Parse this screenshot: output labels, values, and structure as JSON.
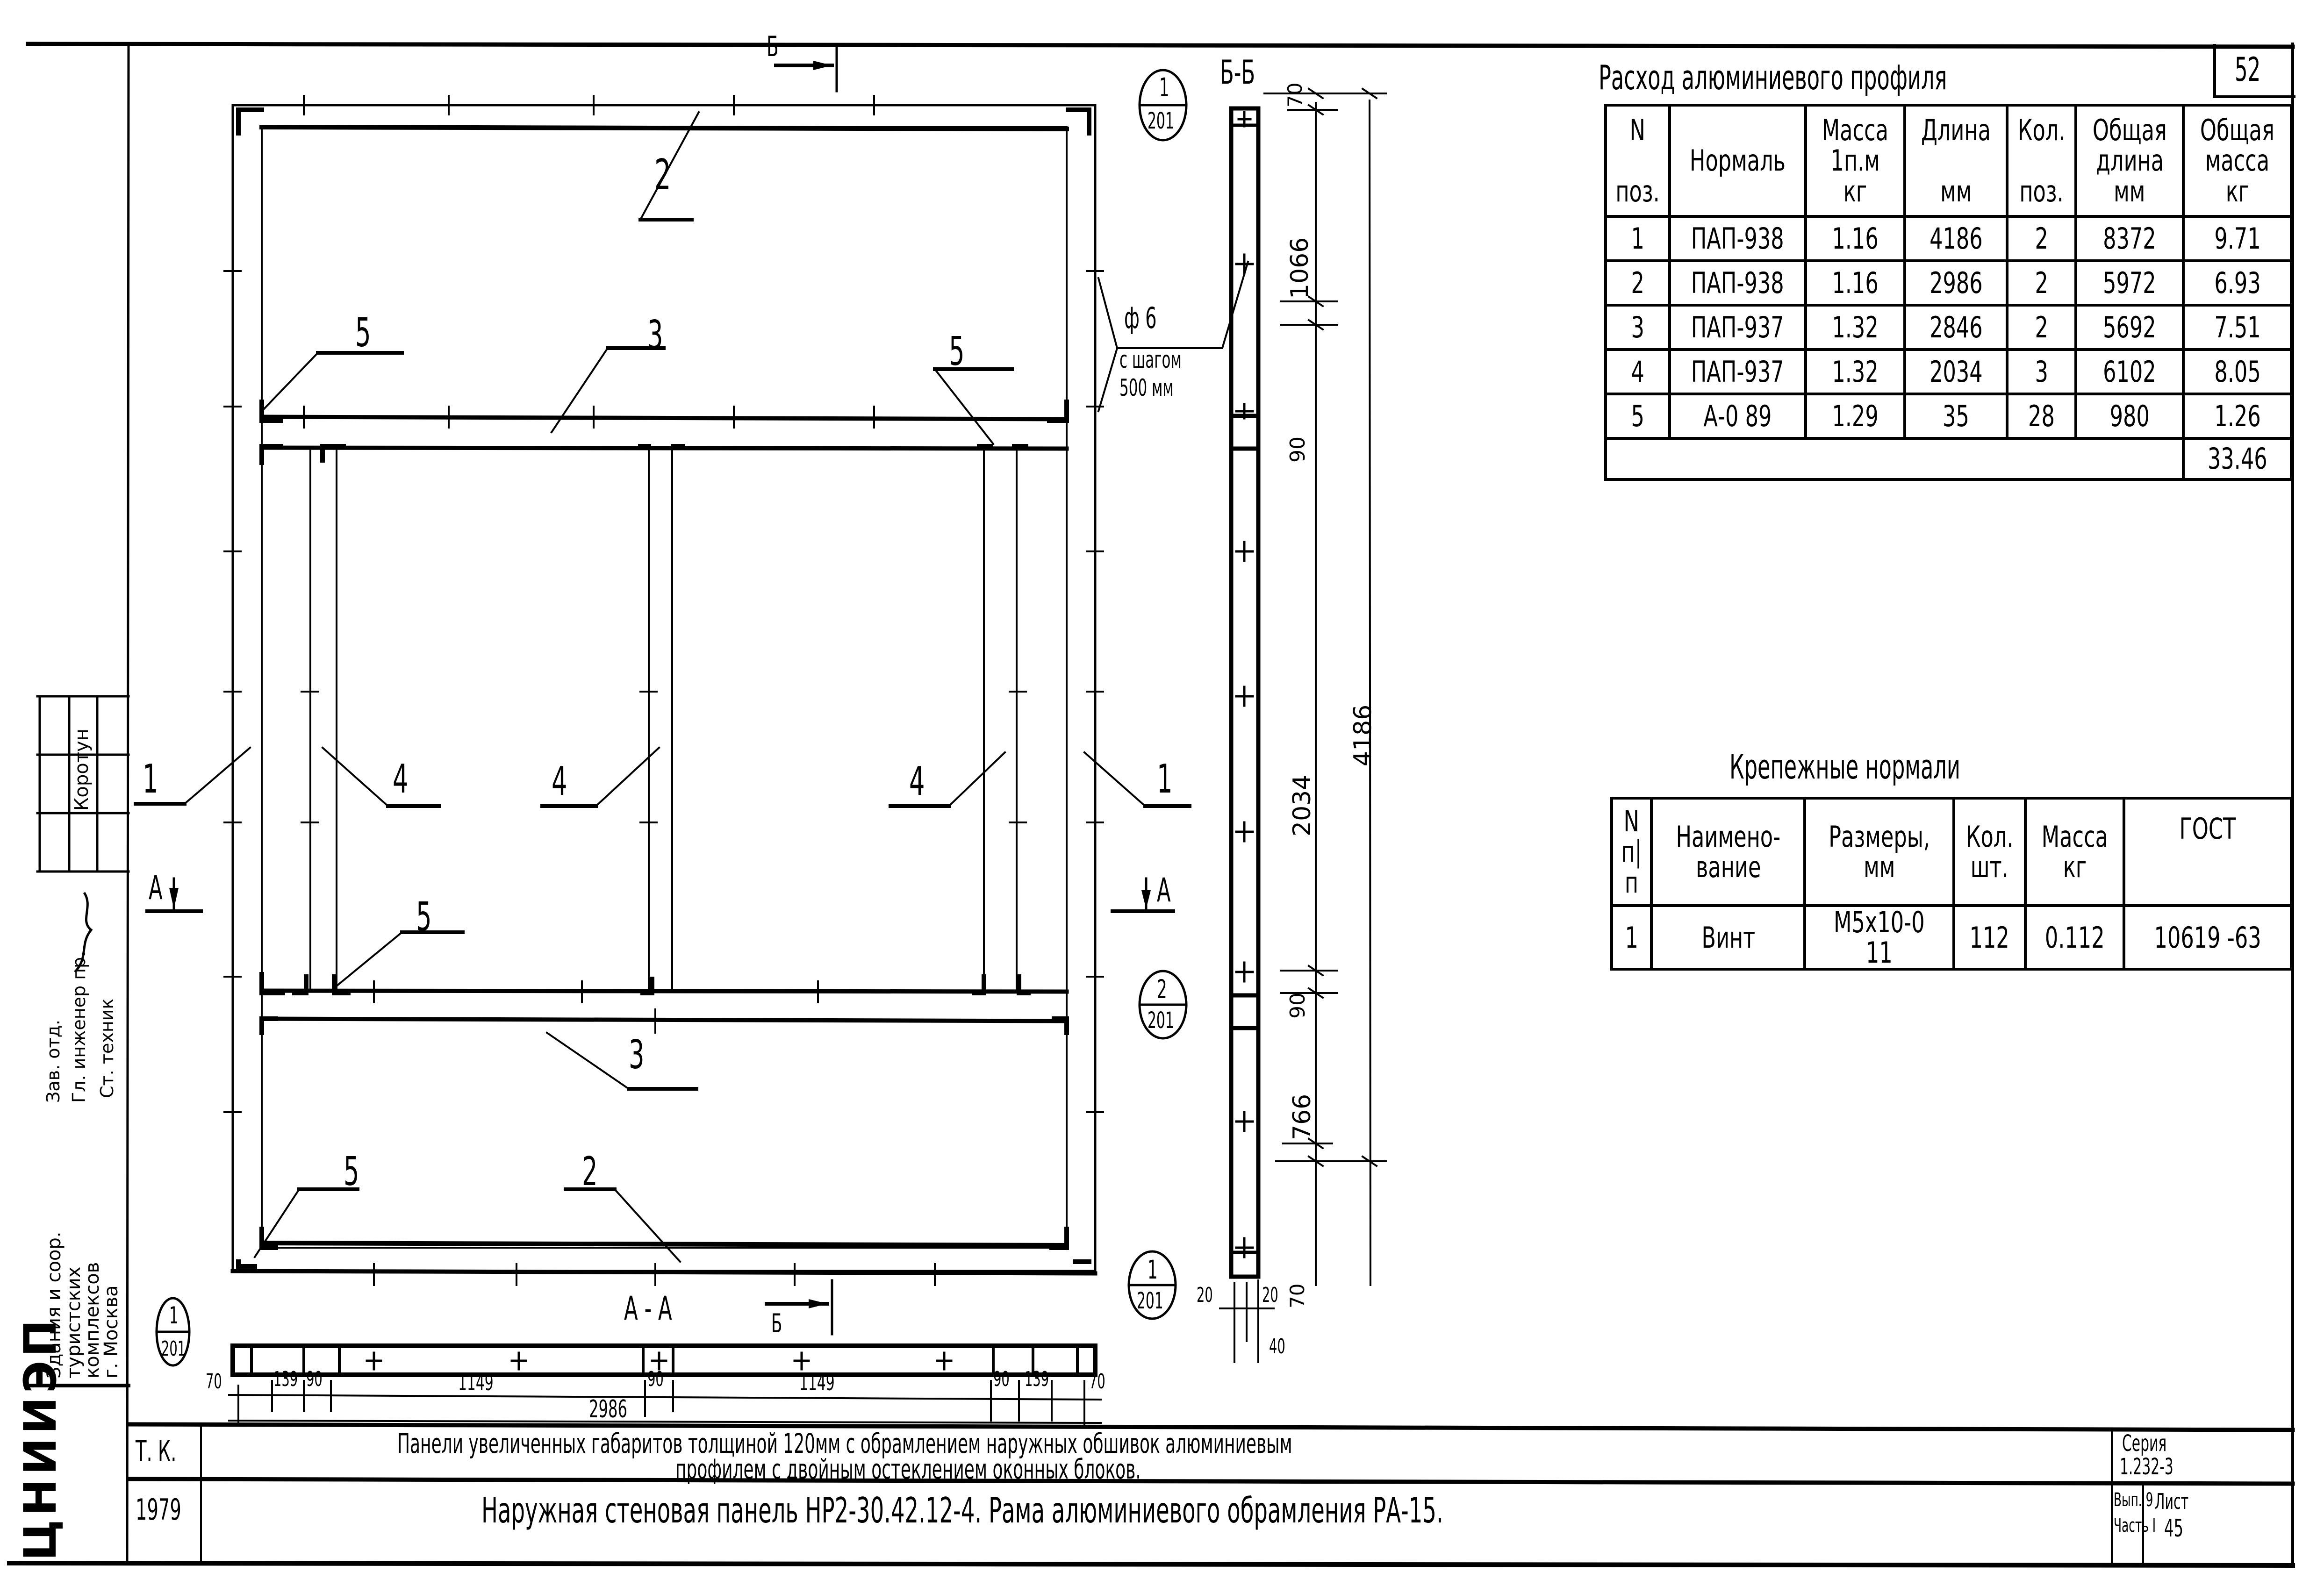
{
  "sheet_number": "52",
  "profile_table": {
    "title": "Расход алюминиевого профиля",
    "headers": [
      {
        "line1": "N",
        "line2": "",
        "line3": "поз."
      },
      {
        "line1": "Нормаль",
        "line2": "",
        "line3": ""
      },
      {
        "line1": "Масса",
        "line2": "1п.м",
        "line3": "кг"
      },
      {
        "line1": "Длина",
        "line2": "",
        "line3": "мм"
      },
      {
        "line1": "Кол.",
        "line2": "",
        "line3": "поз."
      },
      {
        "line1": "Общая",
        "line2": "длина",
        "line3": "мм"
      },
      {
        "line1": "Общая",
        "line2": "масса",
        "line3": "кг"
      }
    ],
    "rows": [
      {
        "pos": "1",
        "normal": "ПАП-938",
        "mass_per_m": "1.16",
        "length": "4186",
        "qty": "2",
        "total_length": "8372",
        "total_mass": "9.71"
      },
      {
        "pos": "2",
        "normal": "ПАП-938",
        "mass_per_m": "1.16",
        "length": "2986",
        "qty": "2",
        "total_length": "5972",
        "total_mass": "6.93"
      },
      {
        "pos": "3",
        "normal": "ПАП-937",
        "mass_per_m": "1.32",
        "length": "2846",
        "qty": "2",
        "total_length": "5692",
        "total_mass": "7.51"
      },
      {
        "pos": "4",
        "normal": "ПАП-937",
        "mass_per_m": "1.32",
        "length": "2034",
        "qty": "3",
        "total_length": "6102",
        "total_mass": "8.05"
      },
      {
        "pos": "5",
        "normal": "А-0 89",
        "mass_per_m": "1.29",
        "length": "35",
        "qty": "28",
        "total_length": "980",
        "total_mass": "1.26"
      }
    ],
    "total_mass": "33.46"
  },
  "fastener_table": {
    "title": "Крепежные нормали",
    "headers": [
      {
        "line1": "N",
        "line2": "п|п"
      },
      {
        "line1": "Наимено-",
        "line2": "вание"
      },
      {
        "line1": "Размеры,",
        "line2": "мм"
      },
      {
        "line1": "Кол.",
        "line2": "шт."
      },
      {
        "line1": "Масса",
        "line2": "кг"
      },
      {
        "line1": "ГОСТ",
        "line2": ""
      }
    ],
    "rows": [
      {
        "num": "1",
        "name": "Винт",
        "size": "М5х10-0 11",
        "qty": "112",
        "mass": "0.112",
        "gost": "10619 -63"
      }
    ]
  },
  "drawing": {
    "section_bb_label": "Б-Б",
    "section_aa_label": "А - А",
    "cut_mark_b": "Б",
    "cut_mark_a": "А",
    "position_labels": {
      "top_rail": "2",
      "bottom_rail": "2",
      "upper_mullion_rail": "3",
      "lower_mullion_rail": "3",
      "left_stile": "1",
      "right_stile": "1",
      "mullion_left": "4",
      "mullion_center": "4",
      "mullion_right": "4",
      "corner_top_left": "5",
      "corner_top_right": "5",
      "corner_mid_left": "5",
      "corner_bottom_left": "5"
    },
    "note_diameter": "ф 6",
    "note_step_line1": "с шагом",
    "note_step_line2": "500 мм",
    "callouts": [
      {
        "num": "1",
        "sheet": "201"
      },
      {
        "num": "2",
        "sheet": "201"
      },
      {
        "num": "1",
        "sheet": "201"
      },
      {
        "num": "1",
        "sheet": "201"
      }
    ],
    "vertical_dims": [
      "70",
      "1066",
      "90",
      "2034",
      "90",
      "766",
      "70"
    ],
    "vertical_total": "4186",
    "strip_width_dims": [
      "20",
      "20",
      "40"
    ],
    "horizontal_dims": [
      "70",
      "139",
      "90",
      "1149",
      "90",
      "1149",
      "90",
      "139",
      "70"
    ],
    "horizontal_total": "2986"
  },
  "stamp": {
    "org_lines": [
      "Здания и соор.",
      "туристских",
      "комплексов",
      "г. Москва"
    ],
    "roles": [
      "Зав. отд.",
      "Гл. инженер пр.",
      "Ст. техник"
    ],
    "names": [
      "",
      "",
      "Коротун"
    ],
    "institute": "ЦНИИЭП"
  },
  "title_block": {
    "org_code": "Т. К.",
    "year": "1979",
    "title_line1": "Панели увеличенных габаритов толщиной 120мм с обрамлением наружных обшивок алюминиевым",
    "title_line2": "профилем с двойным остеклением оконных блоков.",
    "subtitle": "Наружная стеновая панель НР2-30.42.12-4. Рама алюминиевого обрамления РА-15.",
    "series_label": "Серия",
    "series_value": "1.232-3",
    "issue_label": "Вып. 9",
    "part_label": "Часть I",
    "sheet_label": "Лист",
    "sheet_value": "45"
  }
}
